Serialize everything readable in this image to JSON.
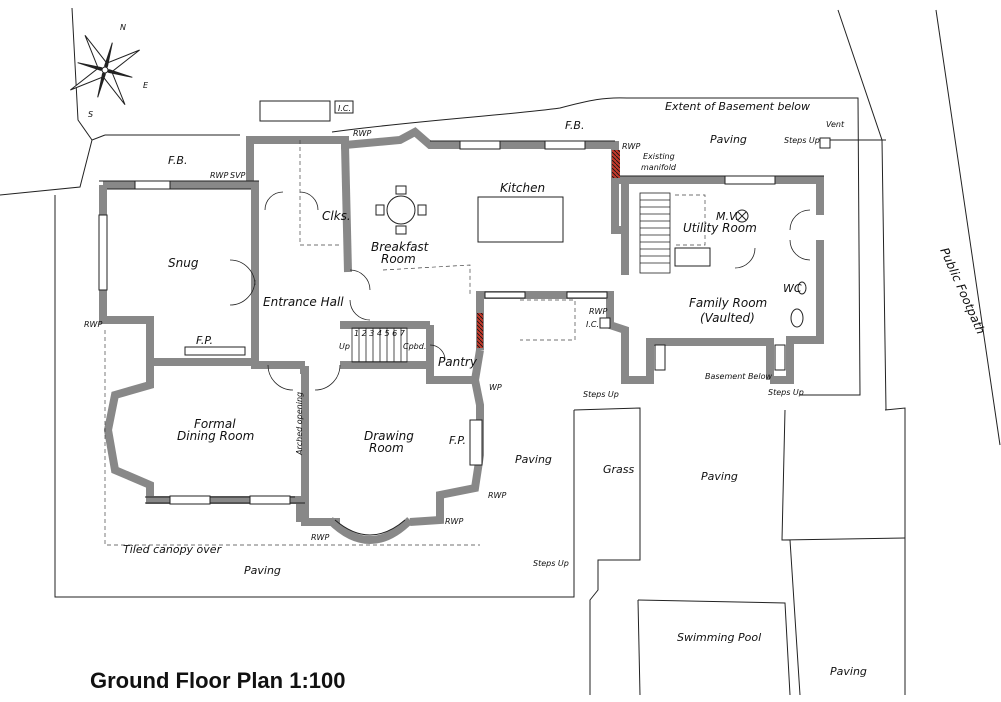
{
  "title": "Ground Floor Plan 1:100",
  "north": "N",
  "compass": {
    "east": "E",
    "south": "S"
  },
  "basement_label": "Extent of Basement below",
  "vent": "Vent",
  "fb": "F.B.",
  "ic": "I.C.",
  "rwp": "RWP",
  "svp": "SVP",
  "rooms": {
    "kitchen": "Kitchen",
    "breakfast_1": "Breakfast",
    "breakfast_2": "Room",
    "snug": "Snug",
    "clks": "Clks.",
    "entrance_hall": "Entrance Hall",
    "utility": "Utility Room",
    "family_1": "Family Room",
    "family_2": "(Vaulted)",
    "wc": "WC",
    "pantry": "Pantry",
    "formal_1": "Formal",
    "formal_2": "Dining Room",
    "drawing_1": "Drawing",
    "drawing_2": "Room"
  },
  "notes": {
    "existing_1": "Existing",
    "existing_2": "manifold",
    "mv": "M.V.",
    "fp": "F.P.",
    "cpbd": "Cpbd.",
    "up": "Up",
    "arched": "Arched opening",
    "wp": "WP",
    "basement_below": "Basement Below",
    "tiled": "Tiled canopy over",
    "stair_nums": "1 2 3 4 5 6 7"
  },
  "external": {
    "paving": "Paving",
    "grass": "Grass",
    "pool": "Swimming Pool",
    "steps_up": "Steps Up",
    "footpath": "Public Footpath"
  }
}
